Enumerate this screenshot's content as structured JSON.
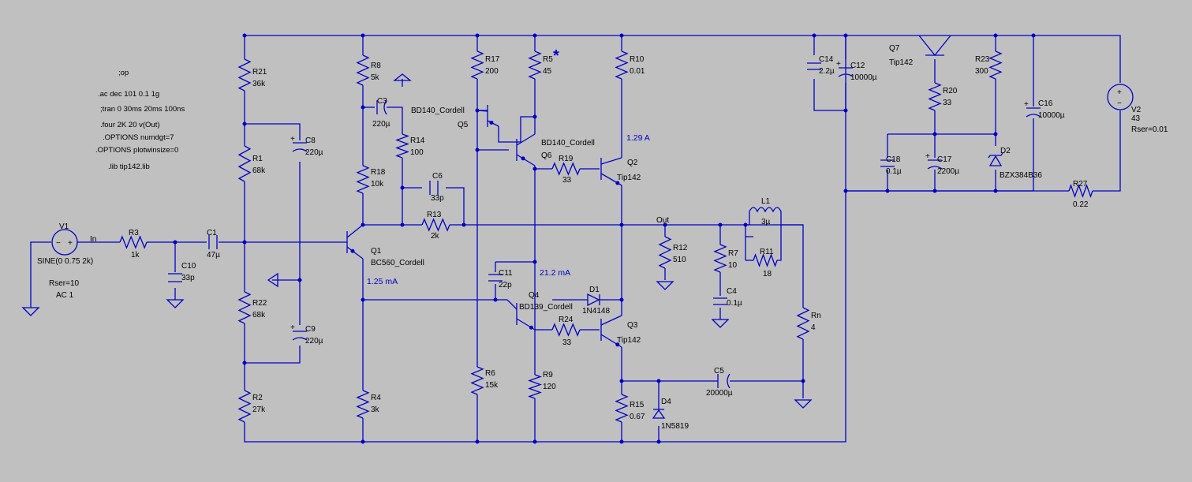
{
  "directives": [
    ";op",
    ".ac dec 101 0.1 1g",
    ";tran 0 30ms 20ms 100ns",
    ".four 2K 20 v(Out)",
    ".OPTIONS numdgt=7",
    ".OPTIONS plotwinsize=0",
    ".lib tip142.lib"
  ],
  "measurements": {
    "q2_current": "1.29 A",
    "q1_current": "1.25 mA",
    "q4_current": "21.2 mA",
    "star": "*"
  },
  "nets": {
    "in": "In",
    "out": "Out"
  },
  "sources": {
    "v1": {
      "name": "V1",
      "value": "SINE(0 0.75 2k)",
      "rser": "Rser=10",
      "ac": "AC 1"
    },
    "v2": {
      "name": "V2",
      "value": "43",
      "rser": "Rser=0.01"
    }
  },
  "resistors": {
    "r21": [
      "R21",
      "36k"
    ],
    "r1": [
      "R1",
      "68k"
    ],
    "r22": [
      "R22",
      "68k"
    ],
    "r2": [
      "R2",
      "27k"
    ],
    "r3": [
      "R3",
      "1k"
    ],
    "r8": [
      "R8",
      "5k"
    ],
    "r18": [
      "R18",
      "10k"
    ],
    "r4": [
      "R4",
      "3k"
    ],
    "r14": [
      "R14",
      "100"
    ],
    "r13": [
      "R13",
      "2k"
    ],
    "r17": [
      "R17",
      "200"
    ],
    "r6": [
      "R6",
      "15k"
    ],
    "r5": [
      "R5",
      "45"
    ],
    "r9": [
      "R9",
      "120"
    ],
    "r19": [
      "R19",
      "33"
    ],
    "r24": [
      "R24",
      "33"
    ],
    "r10": [
      "R10",
      "0.01"
    ],
    "r15": [
      "R15",
      "0.67"
    ],
    "r12": [
      "R12",
      "510"
    ],
    "r7": [
      "R7",
      "10"
    ],
    "r11": [
      "R11",
      "18"
    ],
    "rn": [
      "Rn",
      "4"
    ],
    "r20": [
      "R20",
      "33"
    ],
    "r23": [
      "R23",
      "300"
    ],
    "r27": [
      "R27",
      "0.22"
    ]
  },
  "capacitors": {
    "c1": [
      "C1",
      "47µ"
    ],
    "c10": [
      "C10",
      "33p"
    ],
    "c8": [
      "C8",
      "220µ"
    ],
    "c9": [
      "C9",
      "220µ"
    ],
    "c3": [
      "C3",
      "220µ"
    ],
    "c6": [
      "C6",
      "33p"
    ],
    "c11": [
      "C11",
      "22p"
    ],
    "c4": [
      "C4",
      "0.1µ"
    ],
    "c5": [
      "C5",
      "20000µ"
    ],
    "c14": [
      "C14",
      "2.2µ"
    ],
    "c12": [
      "C12",
      "10000µ"
    ],
    "c18": [
      "C18",
      "0.1µ"
    ],
    "c17": [
      "C17",
      "2200µ"
    ],
    "c16": [
      "C16",
      "10000µ"
    ]
  },
  "inductors": {
    "l1": [
      "L1",
      "3µ"
    ]
  },
  "transistors": {
    "q1": [
      "Q1",
      "BC560_Cordell"
    ],
    "q5": [
      "Q5",
      "BD140_Cordell"
    ],
    "q6": [
      "Q6",
      "BD140_Cordell"
    ],
    "q4": [
      "Q4",
      "BD139_Cordell"
    ],
    "q2": [
      "Q2",
      "Tip142"
    ],
    "q3": [
      "Q3",
      "Tip142"
    ],
    "q7": [
      "Q7",
      "Tip142"
    ]
  },
  "diodes": {
    "d1": [
      "D1",
      "1N4148"
    ],
    "d4": [
      "D4",
      "1N5819"
    ],
    "d2": [
      "D2",
      "BZX384B36"
    ]
  },
  "colors": {
    "wire": "#0000c8",
    "background": "#c0c0c0"
  }
}
